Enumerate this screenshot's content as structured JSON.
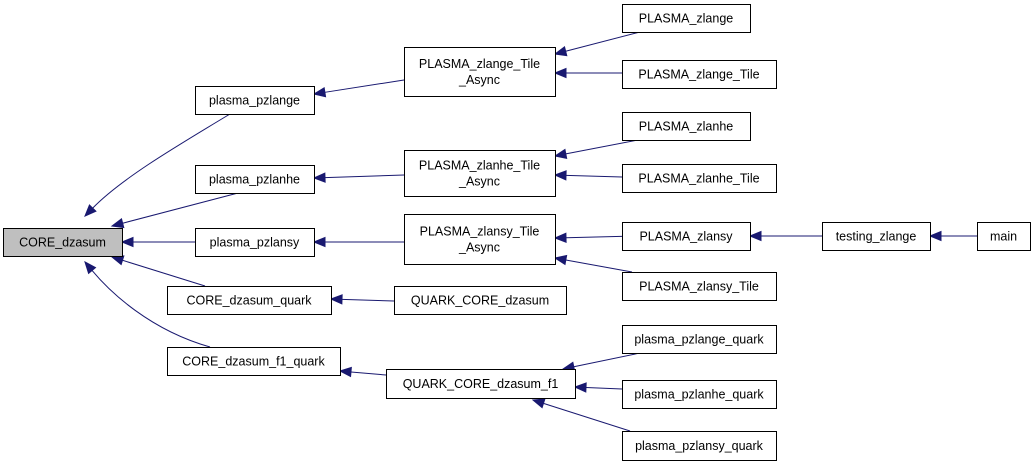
{
  "graph": {
    "type": "caller-graph",
    "colors": {
      "edge": "#191970",
      "highlight_fill": "#bfbfbf",
      "node_border": "#000000"
    },
    "nodes": [
      {
        "id": "core",
        "label": [
          "CORE_dzasum"
        ],
        "highlighted": true
      },
      {
        "id": "pzlange",
        "label": [
          "plasma_pzlange"
        ]
      },
      {
        "id": "pzlanhe",
        "label": [
          "plasma_pzlanhe"
        ]
      },
      {
        "id": "pzlansy",
        "label": [
          "plasma_pzlansy"
        ]
      },
      {
        "id": "cquark",
        "label": [
          "CORE_dzasum_quark"
        ]
      },
      {
        "id": "cf1",
        "label": [
          "CORE_dzasum_f1_quark"
        ]
      },
      {
        "id": "zlangeTA",
        "label": [
          "PLASMA_zlange_Tile",
          "_Async"
        ]
      },
      {
        "id": "zlanheTA",
        "label": [
          "PLASMA_zlanhe_Tile",
          "_Async"
        ]
      },
      {
        "id": "zlansyTA",
        "label": [
          "PLASMA_zlansy_Tile",
          "_Async"
        ]
      },
      {
        "id": "qcore",
        "label": [
          "QUARK_CORE_dzasum"
        ]
      },
      {
        "id": "qf1",
        "label": [
          "QUARK_CORE_dzasum_f1"
        ]
      },
      {
        "id": "zlange",
        "label": [
          "PLASMA_zlange"
        ]
      },
      {
        "id": "zlangeTile",
        "label": [
          "PLASMA_zlange_Tile"
        ]
      },
      {
        "id": "zlanhe",
        "label": [
          "PLASMA_zlanhe"
        ]
      },
      {
        "id": "zlanheTile",
        "label": [
          "PLASMA_zlanhe_Tile"
        ]
      },
      {
        "id": "zlansy",
        "label": [
          "PLASMA_zlansy"
        ]
      },
      {
        "id": "zlansyTile",
        "label": [
          "PLASMA_zlansy_Tile"
        ]
      },
      {
        "id": "pzlangeQ",
        "label": [
          "plasma_pzlange_quark"
        ]
      },
      {
        "id": "pzlanheQ",
        "label": [
          "plasma_pzlanhe_quark"
        ]
      },
      {
        "id": "pzlansyQ",
        "label": [
          "plasma_pzlansy_quark"
        ]
      },
      {
        "id": "testing",
        "label": [
          "testing_zlange"
        ]
      },
      {
        "id": "main",
        "label": [
          "main"
        ]
      }
    ],
    "edges": [
      {
        "from": "pzlange",
        "to": "core"
      },
      {
        "from": "pzlanhe",
        "to": "core"
      },
      {
        "from": "pzlansy",
        "to": "core"
      },
      {
        "from": "cquark",
        "to": "core"
      },
      {
        "from": "cf1",
        "to": "core"
      },
      {
        "from": "zlangeTA",
        "to": "pzlange"
      },
      {
        "from": "zlanheTA",
        "to": "pzlanhe"
      },
      {
        "from": "zlansyTA",
        "to": "pzlansy"
      },
      {
        "from": "qcore",
        "to": "cquark"
      },
      {
        "from": "qf1",
        "to": "cf1"
      },
      {
        "from": "zlange",
        "to": "zlangeTA"
      },
      {
        "from": "zlangeTile",
        "to": "zlangeTA"
      },
      {
        "from": "zlanhe",
        "to": "zlanheTA"
      },
      {
        "from": "zlanheTile",
        "to": "zlanheTA"
      },
      {
        "from": "zlansy",
        "to": "zlansyTA"
      },
      {
        "from": "zlansyTile",
        "to": "zlansyTA"
      },
      {
        "from": "pzlangeQ",
        "to": "qf1"
      },
      {
        "from": "pzlanheQ",
        "to": "qf1"
      },
      {
        "from": "pzlansyQ",
        "to": "qf1"
      },
      {
        "from": "testing",
        "to": "zlansy"
      },
      {
        "from": "main",
        "to": "testing"
      }
    ]
  }
}
